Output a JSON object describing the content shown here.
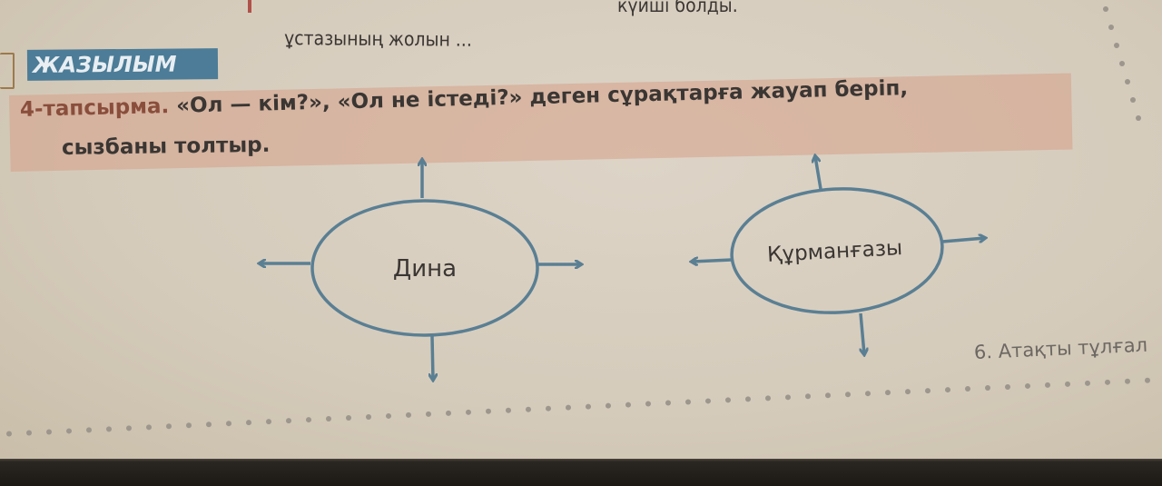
{
  "previous_text": {
    "line1": "күйші болды.",
    "line2": "ұстазының жолын ..."
  },
  "section_badge": "ЖАЗЫЛЫМ",
  "task": {
    "number": "4-тапсырма.",
    "line1_rest": "«Ол — кім?», «Ол не істеді?» деген сұрақтарға жауап беріп,",
    "line2": "сызбаны толтыр."
  },
  "diagram": {
    "nodes": [
      {
        "label": "Дина"
      },
      {
        "label": "Құрманғазы"
      }
    ],
    "arrow_color": "#5a7f93"
  },
  "footer": "6. Атақты тұлғал",
  "colors": {
    "badge": "#4c7c97",
    "task_highlight": "#d6a088",
    "page": "#d8cfc3"
  }
}
